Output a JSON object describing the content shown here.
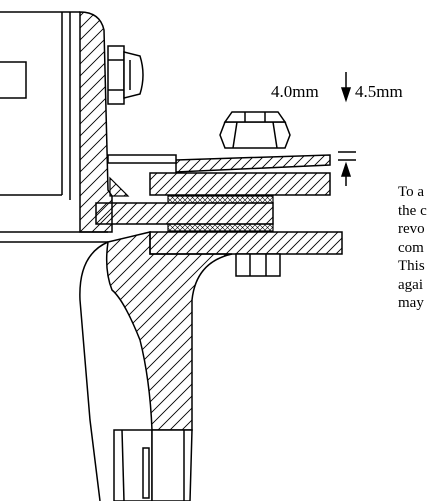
{
  "dimensions": {
    "left_label": "4.0mm",
    "right_label": "4.5mm"
  },
  "note_lines": [
    "To a",
    "the c",
    "revo",
    "com",
    "This",
    "agai",
    "may"
  ]
}
